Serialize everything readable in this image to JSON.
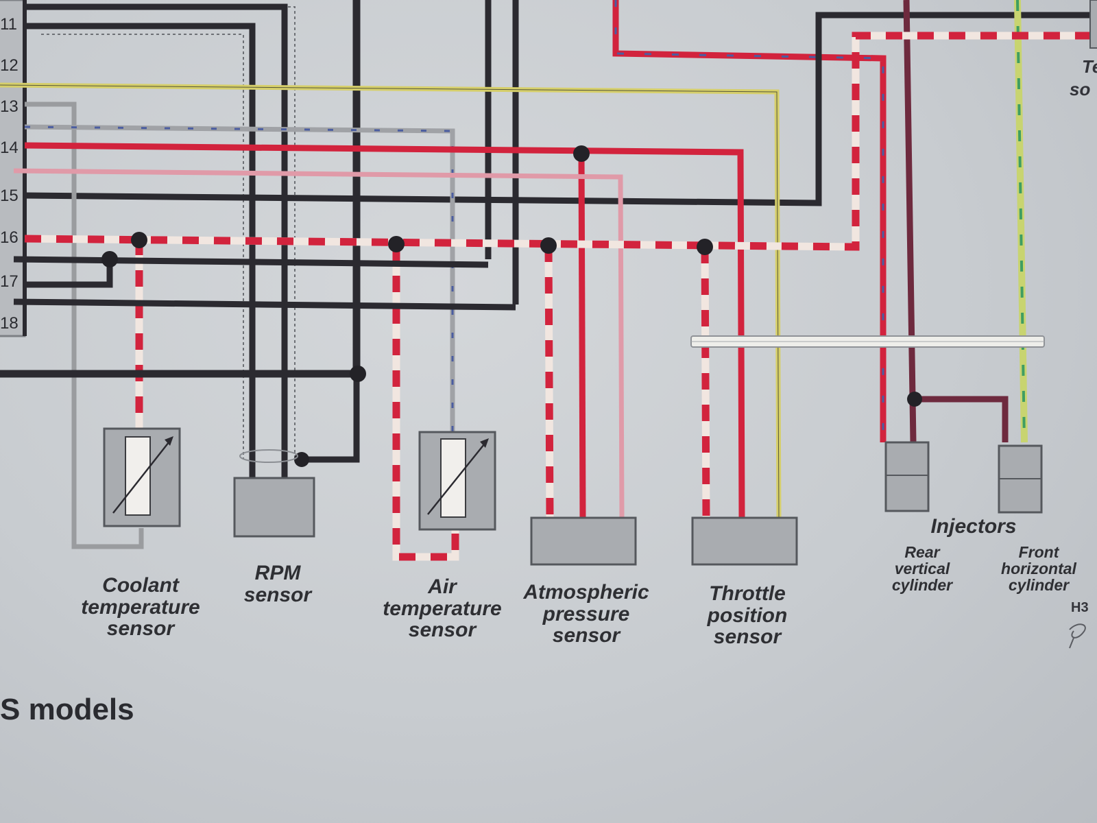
{
  "colors": {
    "background": "#c9cdd1",
    "black_wire": "#2b2a30",
    "red_wire": "#d2233d",
    "pink_wire": "#e09aa8",
    "grey_wire": "#9a9c9f",
    "yellow_wire": "#d6cf6a",
    "maroon_wire": "#6e2a3e",
    "green_yellow_wire": "#c8d470",
    "component_fill": "#a9acb0"
  },
  "connector_pins": [
    "11",
    "12",
    "13",
    "14",
    "15",
    "16",
    "17",
    "18"
  ],
  "components": {
    "coolant_sensor": {
      "lines": [
        "Coolant",
        "temperature",
        "sensor"
      ]
    },
    "rpm_sensor": {
      "lines": [
        "RPM",
        "sensor"
      ]
    },
    "air_sensor": {
      "lines": [
        "Air",
        "temperature",
        "sensor"
      ]
    },
    "atmospheric_sensor": {
      "lines": [
        "Atmospheric",
        "pressure",
        "sensor"
      ]
    },
    "throttle_sensor": {
      "lines": [
        "Throttle",
        "position",
        "sensor"
      ]
    }
  },
  "injectors": {
    "title": "Injectors",
    "rear": {
      "lines": [
        "Rear",
        "vertical",
        "cylinder"
      ]
    },
    "front": {
      "lines": [
        "Front",
        "horizontal",
        "cylinder"
      ]
    }
  },
  "corner_text": {
    "top_right_1": "Te",
    "top_right_2": "so",
    "bottom_right": "H3"
  },
  "footer": {
    "models_label": "S models"
  }
}
